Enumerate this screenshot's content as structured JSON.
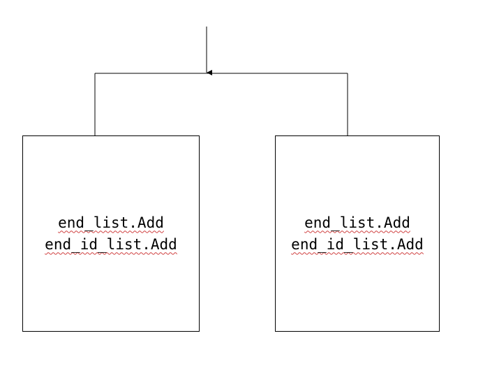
{
  "boxes": [
    {
      "lines": [
        "end_list.Add",
        "end_id_list.Add"
      ]
    },
    {
      "lines": [
        "end_list.Add",
        "end_id_list.Add"
      ]
    }
  ],
  "colors": {
    "stroke": "#000000",
    "spellcheck_underline": "#d04040"
  }
}
